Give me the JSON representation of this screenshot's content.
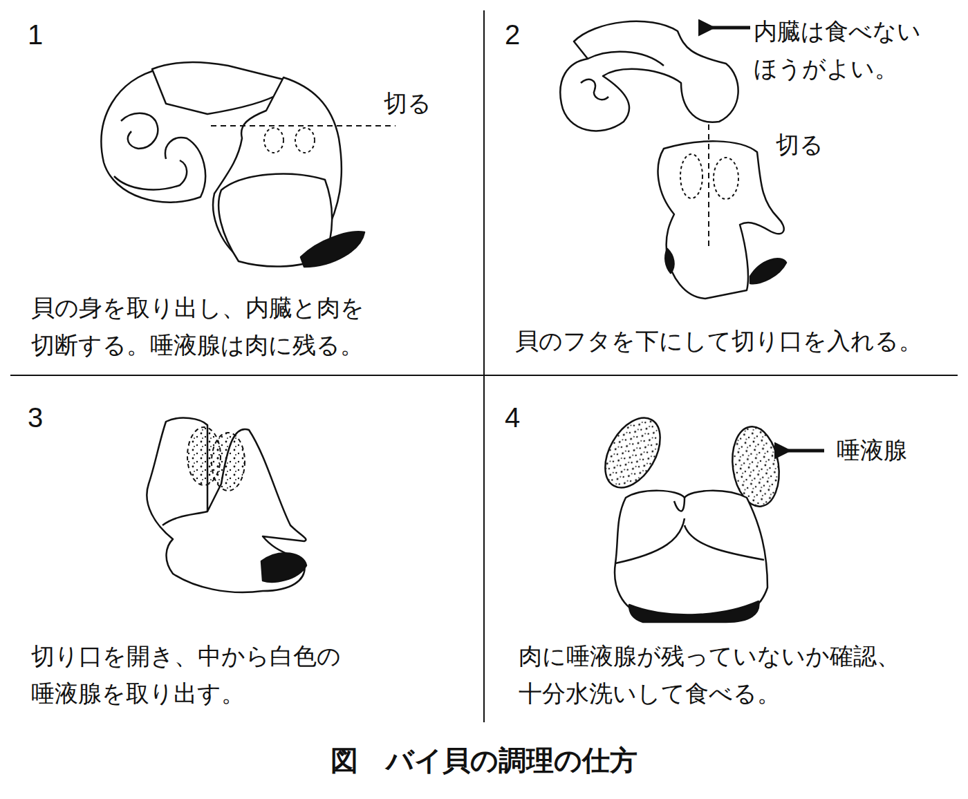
{
  "diagram": {
    "caption": "図　バイ貝の調理の仕方",
    "labels": [
      "1",
      "切る",
      "貝の身を取り出し、内臓と肉を 切断する。唾液腺は肉に残る。",
      "2",
      "内臓は食べない ほうがよい。",
      "切る",
      "貝のフタを下にして切り口を入れる。",
      "3",
      "切り口を開き、中から白色の 唾液腺を取り出す。",
      "4",
      "唾液腺",
      "肉に唾液腺が残っていないか確認、 十分水洗いして食べる。"
    ]
  }
}
